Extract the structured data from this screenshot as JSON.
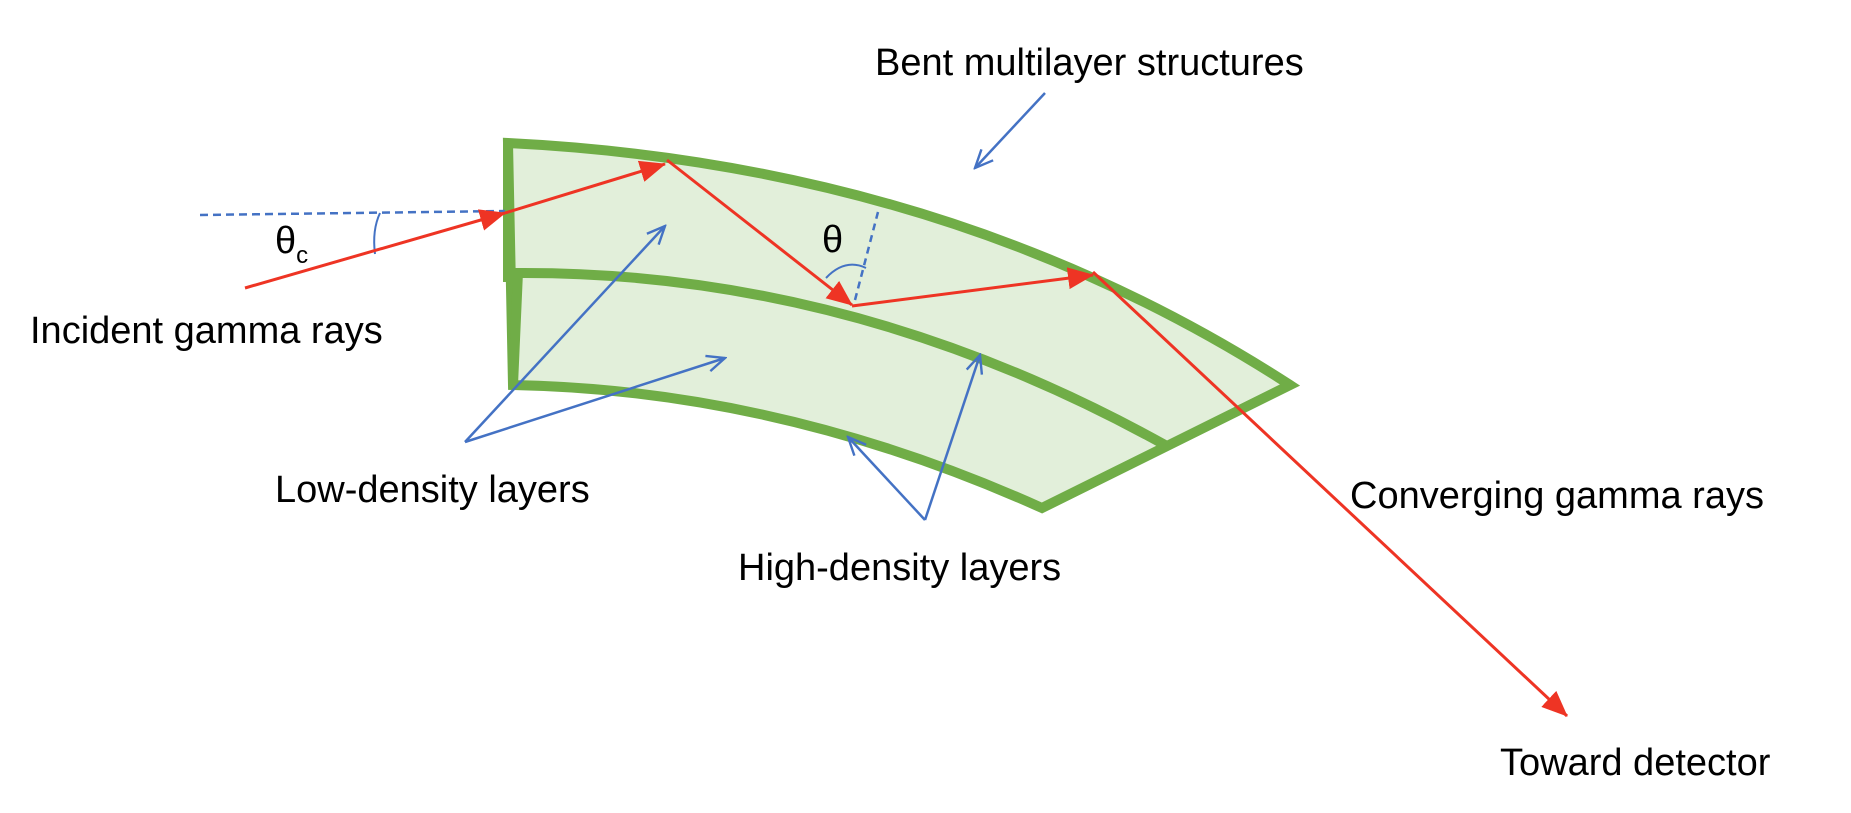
{
  "labels": {
    "bent_multilayer": "Bent multilayer structures",
    "incident": "Incident gamma rays",
    "low_density": "Low-density layers",
    "high_density": "High-density layers",
    "converging": "Converging gamma rays",
    "toward_detector": "Toward detector",
    "theta_c_symbol": "θ",
    "theta_c_sub": "c",
    "theta": "θ"
  },
  "colors": {
    "layer_stroke": "#70AD47",
    "layer_fill": "#E2EFDA",
    "ray": "#EE3424",
    "annotation": "#4472C4",
    "text": "#000000"
  }
}
